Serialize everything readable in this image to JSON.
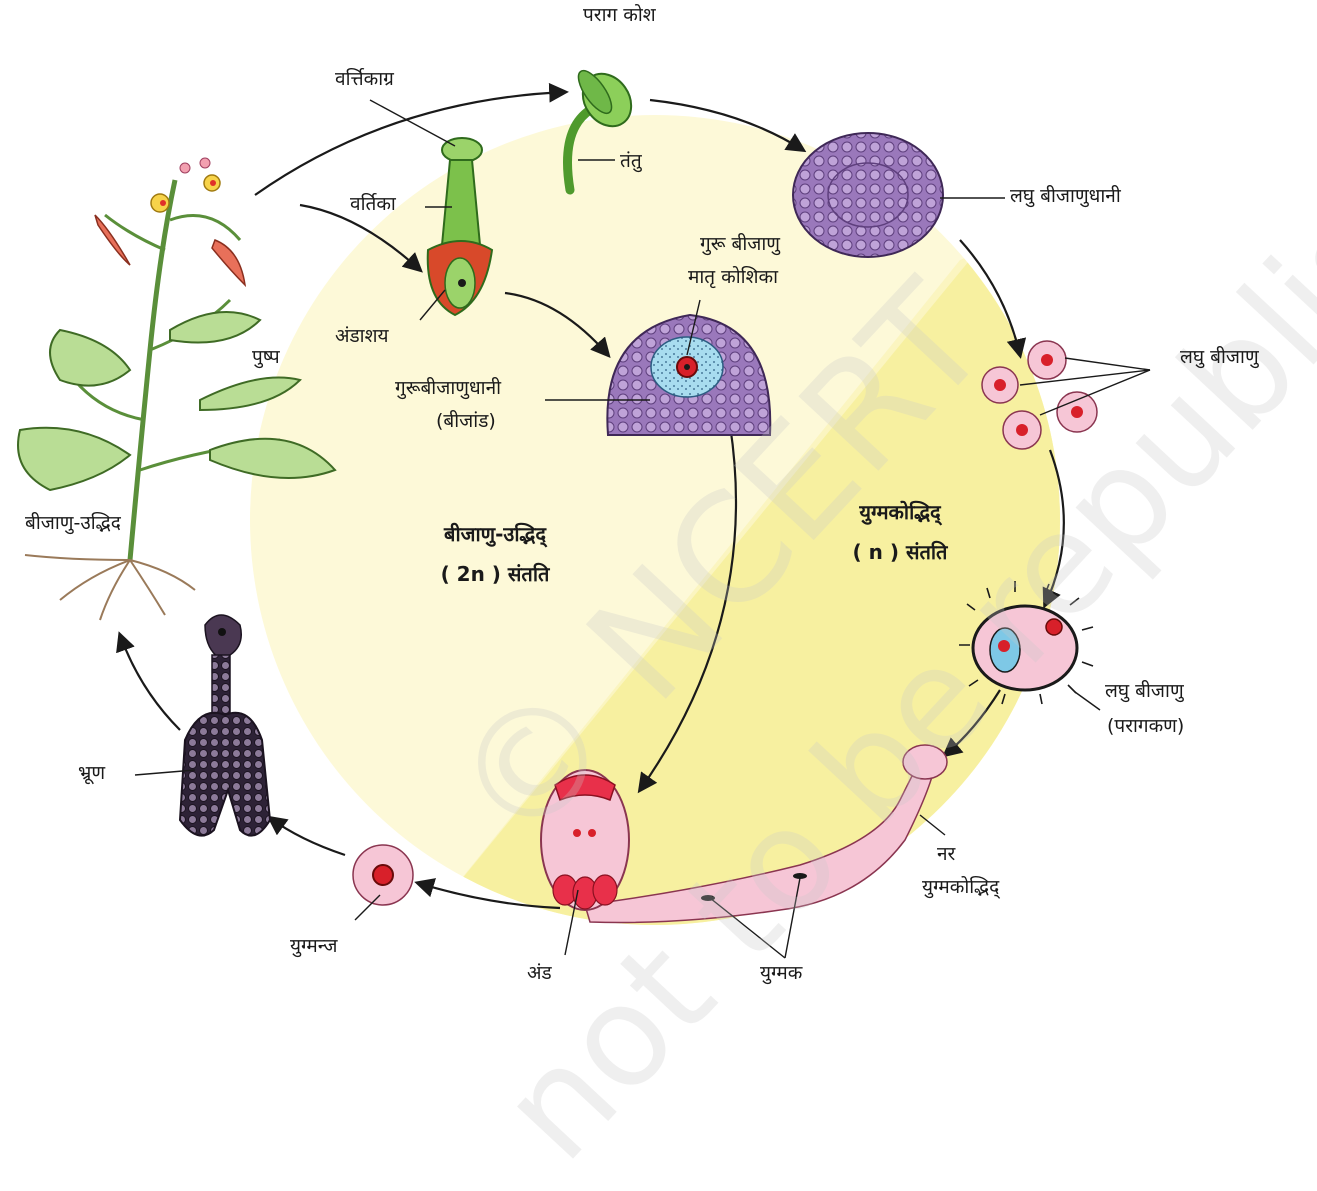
{
  "labels": {
    "parag_kosh": "पराग कोश",
    "vartikagra": "वर्त्तिकाग्र",
    "tantu": "तंतु",
    "vartika": "वर्तिका",
    "laghu_bijanudhani": "लघु बीजाणुधानी",
    "guru_bijanu": "गुरू बीजाणु",
    "matr_koshika": "मातृ कोशिका",
    "andashay": "अंडाशय",
    "pushp": "पुष्प",
    "laghu_bijanu": "लघु बीजाणु",
    "guru_bijanudhani": "गुरूबीजाणुधानी",
    "bijand": "(बीजांड)",
    "bijanu_udbhid_plant": "बीजाणु-उद्भिद",
    "sporophyte_title": "बीजाणु-उद्भिद्",
    "sporophyte_ploidy": "( 2n ) संतति",
    "gametophyte_title": "युग्मकोद्भिद्",
    "gametophyte_ploidy": "( n ) संतति",
    "laghu_bijanu_2": "लघु बीजाणु",
    "paragkan": "(परागकण)",
    "bhrun": "भ्रूण",
    "nar": "नर",
    "yugmakodbhid": "युग्मकोद्भिद्",
    "yugmanj": "युग्मन्ज",
    "and": "अंड",
    "yugmak": "युग्मक"
  },
  "watermark": {
    "line1": "© NCERT",
    "line2": "not to be republished"
  },
  "colors": {
    "sporophyte_bg": "#fdf9d8",
    "gametophyte_bg": "#f8f2a6",
    "purple_tissue": "#a98bc9",
    "green_tissue": "#7cc14b",
    "pink_cell": "#f6c6d6",
    "nucleus_red": "#d8202a"
  }
}
